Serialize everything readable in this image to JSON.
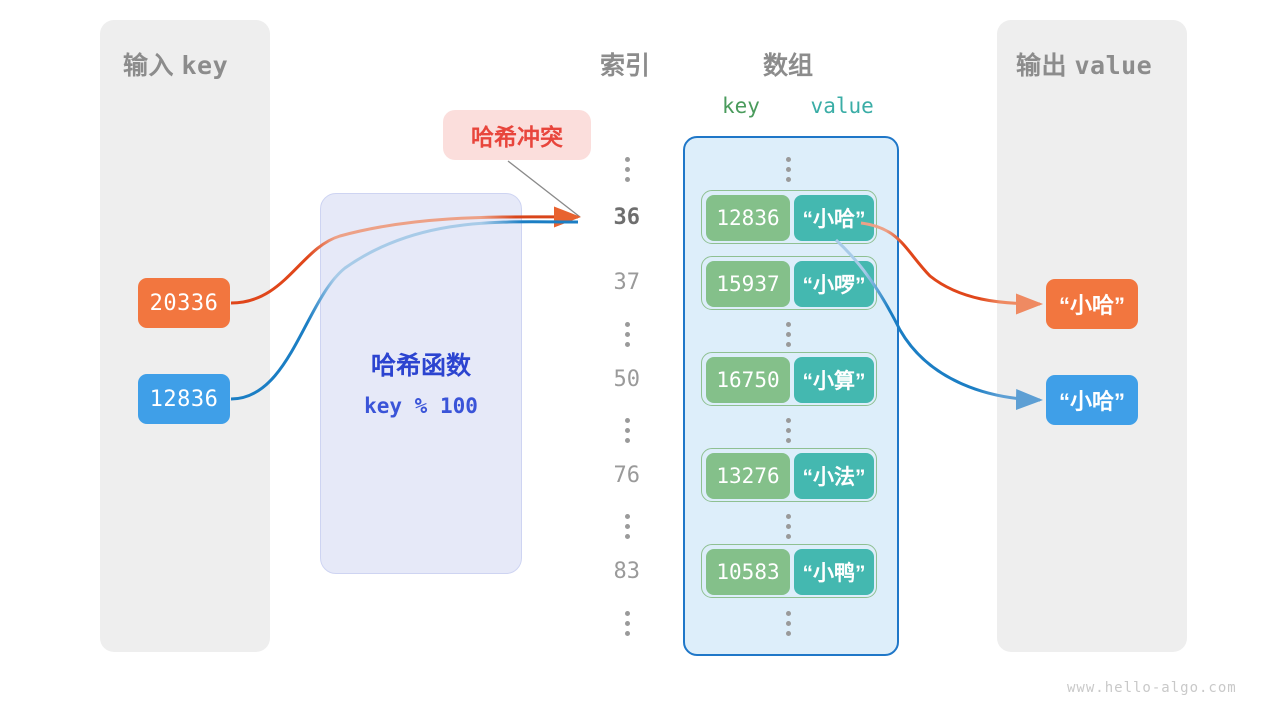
{
  "page": {
    "watermark": "www.hello-algo.com",
    "background": "#ffffff"
  },
  "colors": {
    "panel_bg": "#eeeeee",
    "panel_title": "#8c8c8c",
    "hash_box_bg": "#e6e9f8",
    "hash_box_border": "#ced4f2",
    "hash_text": "#2c44d0",
    "collision_bg": "#fbdedc",
    "collision_text": "#e8453c",
    "array_bg": "#ddeefa",
    "array_border": "#1f77c8",
    "key_green": "#84c08a",
    "key_green_border": "#8fc092",
    "value_teal": "#44b8b0",
    "orange": "#f2763f",
    "blue": "#3f9fe8",
    "index_gray": "#9a9a9a",
    "index_active": "#6e6e6e",
    "key_label_green": "#4a9b5c",
    "value_label_teal": "#3aada6"
  },
  "input_panel": {
    "title_cn": "输入",
    "title_mono": "key",
    "keys": [
      {
        "label": "20336",
        "color": "#f2763f",
        "name": "input-key-20336"
      },
      {
        "label": "12836",
        "color": "#3f9fe8",
        "name": "input-key-12836"
      }
    ]
  },
  "hash_function": {
    "title": "哈希函数",
    "formula": "key % 100"
  },
  "collision": {
    "label": "哈希冲突"
  },
  "index_column": {
    "title": "索引",
    "entries": [
      {
        "type": "dots"
      },
      {
        "type": "index",
        "label": "36",
        "active": true
      },
      {
        "type": "index",
        "label": "37",
        "active": false
      },
      {
        "type": "dots"
      },
      {
        "type": "index",
        "label": "50",
        "active": false
      },
      {
        "type": "dots"
      },
      {
        "type": "index",
        "label": "76",
        "active": false
      },
      {
        "type": "dots"
      },
      {
        "type": "index",
        "label": "83",
        "active": false
      },
      {
        "type": "dots"
      }
    ]
  },
  "array": {
    "title": "数组",
    "key_label": "key",
    "value_label": "value",
    "rows": [
      {
        "type": "dots"
      },
      {
        "type": "pair",
        "key": "12836",
        "value": "“小哈”",
        "index": "36"
      },
      {
        "type": "pair",
        "key": "15937",
        "value": "“小啰”",
        "index": "37"
      },
      {
        "type": "dots"
      },
      {
        "type": "pair",
        "key": "16750",
        "value": "“小算”",
        "index": "50"
      },
      {
        "type": "dots"
      },
      {
        "type": "pair",
        "key": "13276",
        "value": "“小法”",
        "index": "76"
      },
      {
        "type": "dots"
      },
      {
        "type": "pair",
        "key": "10583",
        "value": "“小鸭”",
        "index": "83"
      },
      {
        "type": "dots"
      }
    ]
  },
  "output_panel": {
    "title_cn": "输出",
    "title_mono": "value",
    "values": [
      {
        "label": "“小哈”",
        "color": "#f2763f",
        "name": "output-value-orange"
      },
      {
        "label": "“小哈”",
        "color": "#3f9fe8",
        "name": "output-value-blue"
      }
    ]
  }
}
